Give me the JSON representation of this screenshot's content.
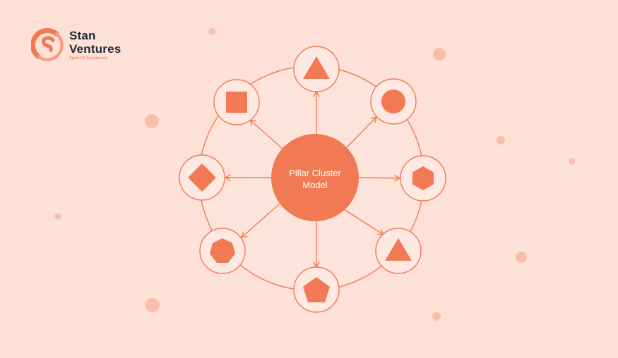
{
  "brand": {
    "name_line1": "Stan",
    "name_line2": "Ventures",
    "tagline": "Spirit Of Excellence"
  },
  "diagram": {
    "center_label_line1": "Pillar Cluster",
    "center_label_line2": "Model",
    "nodes": [
      {
        "id": "square",
        "icon": "square-icon"
      },
      {
        "id": "triangle-top",
        "icon": "triangle-icon"
      },
      {
        "id": "circle",
        "icon": "circle-icon"
      },
      {
        "id": "diamond",
        "icon": "diamond-icon"
      },
      {
        "id": "hexagon",
        "icon": "hexagon-icon"
      },
      {
        "id": "heptagon",
        "icon": "heptagon-icon"
      },
      {
        "id": "pentagon",
        "icon": "pentagon-icon"
      },
      {
        "id": "triangle-bottom-right",
        "icon": "triangle-icon"
      }
    ]
  },
  "colors": {
    "background": "#fde0d6",
    "accent": "#f17a55",
    "ring_fill": "#fde4da",
    "node_fill": "#fde9e2",
    "dot": "#f8bea9",
    "logo_text": "#222a36"
  }
}
